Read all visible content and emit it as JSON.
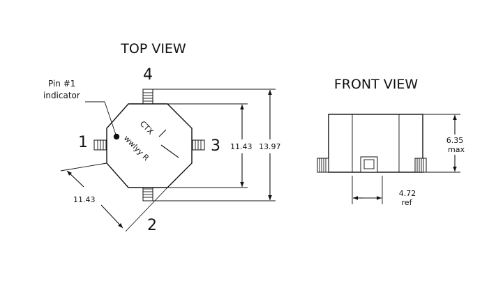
{
  "top_view": {
    "title": "TOP VIEW",
    "pins": [
      "1",
      "2",
      "3",
      "4"
    ],
    "indicator": {
      "line1": "Pin #1",
      "line2": "indicator"
    },
    "marking": {
      "line1": "CTX",
      "line2": "wwlyy R"
    },
    "dims": {
      "inner": "11.43",
      "outer": "13.97",
      "diag": "11.43"
    }
  },
  "front_view": {
    "title": "FRONT VIEW",
    "height": {
      "value": "6.35",
      "note": "max"
    },
    "width": {
      "value": "4.72",
      "note": "ref"
    }
  }
}
